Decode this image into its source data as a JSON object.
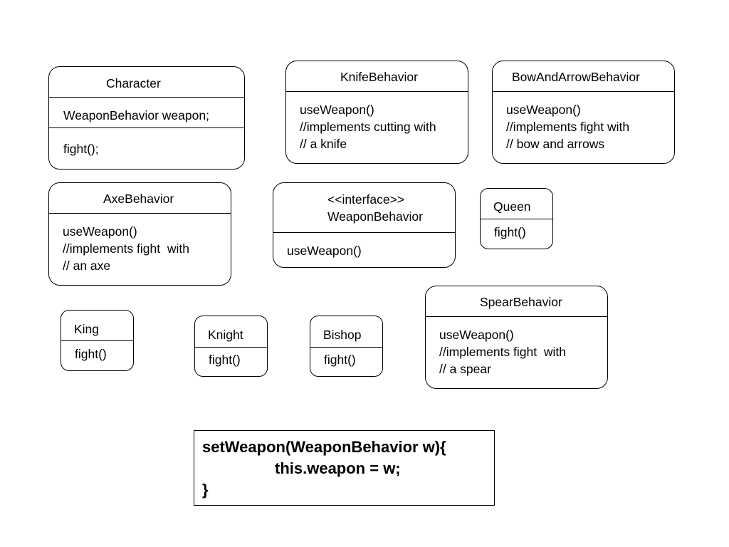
{
  "diagram": {
    "classes": {
      "character": {
        "name": "Character",
        "field": "WeaponBehavior weapon;",
        "method": "fight();"
      },
      "knife": {
        "name": "KnifeBehavior",
        "body": [
          "useWeapon()",
          "//implements cutting with",
          "// a knife"
        ]
      },
      "bow": {
        "name": "BowAndArrowBehavior",
        "body": [
          "useWeapon()",
          "//implements fight with",
          "// bow and arrows"
        ]
      },
      "axe": {
        "name": "AxeBehavior",
        "body": [
          "useWeapon()",
          "//implements fight  with",
          "// an axe"
        ]
      },
      "weapon_interface": {
        "stereotype": "<<interface>>",
        "name": "WeaponBehavior",
        "method": "useWeapon()"
      },
      "queen": {
        "name": "Queen",
        "method": "fight()"
      },
      "spear": {
        "name": "SpearBehavior",
        "body": [
          "useWeapon()",
          "//implements fight  with",
          "// a spear"
        ]
      },
      "king": {
        "name": "King",
        "method": "fight()"
      },
      "knight": {
        "name": "Knight",
        "method": "fight()"
      },
      "bishop": {
        "name": "Bishop",
        "method": "fight()"
      }
    },
    "code": [
      "setWeapon(WeaponBehavior w){",
      "this.weapon = w;",
      "}"
    ]
  }
}
